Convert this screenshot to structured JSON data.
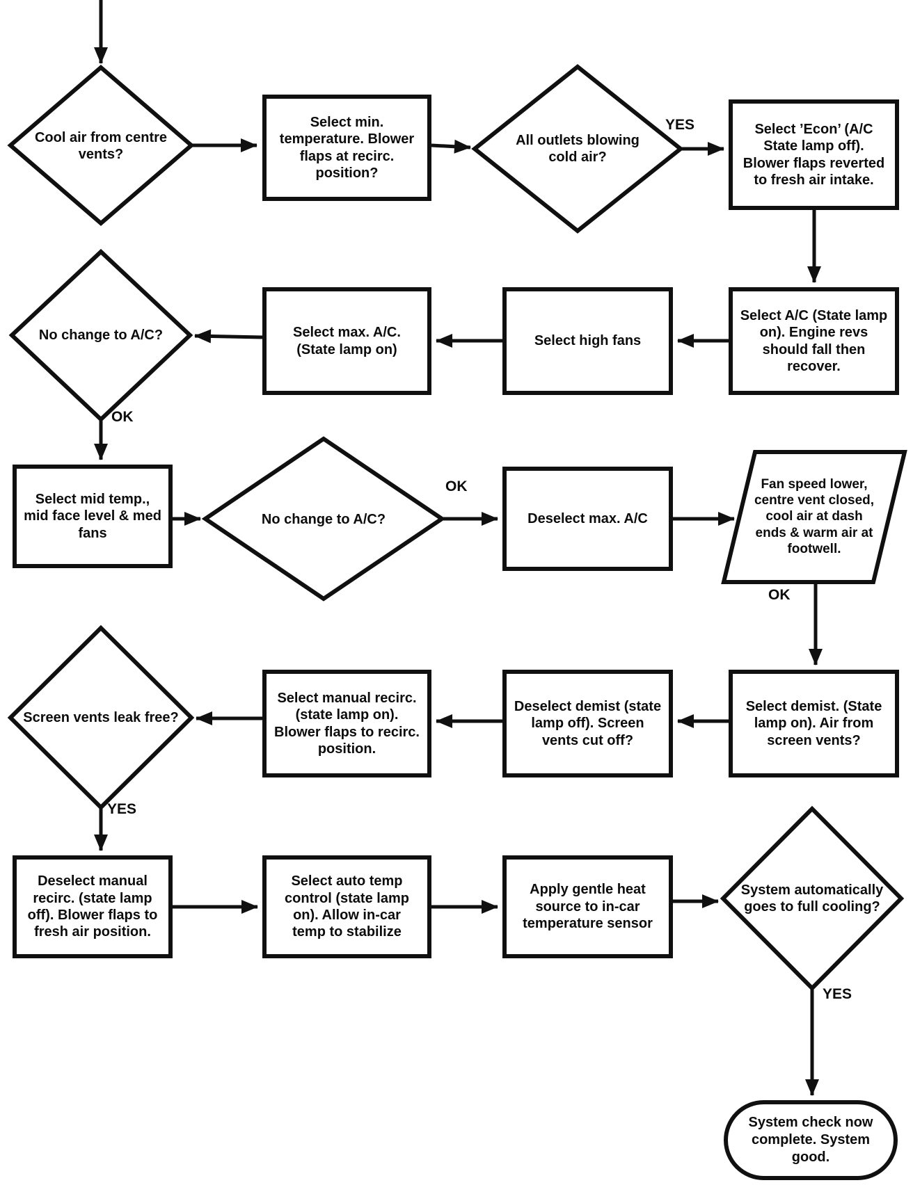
{
  "page": {
    "background_color": "#ffffff",
    "ink_color": "#101010",
    "description": "A/C system check flowchart"
  },
  "diagram": {
    "type": "flowchart",
    "nodes": {
      "a1": {
        "shape": "decision",
        "text": "Cool air from centre vents?"
      },
      "b1": {
        "shape": "process",
        "text": "Select min. temperature. Blower flaps at recirc. position?"
      },
      "c1": {
        "shape": "decision",
        "text": "All outlets blowing cold air?"
      },
      "d1": {
        "shape": "process",
        "text": "Select ’Econ’ (A/C State lamp off). Blower flaps reverted to fresh air intake."
      },
      "d2": {
        "shape": "process",
        "text": "Select A/C (State lamp on). Engine revs should fall then recover."
      },
      "c2": {
        "shape": "process",
        "text": "Select high fans"
      },
      "b2": {
        "shape": "process",
        "text": "Select max. A/C. (State lamp on)"
      },
      "a2": {
        "shape": "decision",
        "text": "No change to A/C?"
      },
      "a3": {
        "shape": "process",
        "text": "Select mid temp., mid face level & med fans"
      },
      "b3": {
        "shape": "decision",
        "text": "No change to A/C?"
      },
      "c3": {
        "shape": "process",
        "text": "Deselect max. A/C"
      },
      "d3": {
        "shape": "io",
        "text": "Fan speed lower, centre vent closed, cool air at dash ends & warm air at footwell."
      },
      "d4": {
        "shape": "process",
        "text": "Select demist. (State lamp on). Air from screen vents?"
      },
      "c4": {
        "shape": "process",
        "text": "Deselect demist (state lamp off). Screen vents cut off?"
      },
      "b4": {
        "shape": "process",
        "text": "Select manual recirc. (state lamp on). Blower flaps to recirc. position."
      },
      "a4": {
        "shape": "decision",
        "text": "Screen vents leak free?"
      },
      "a5": {
        "shape": "process",
        "text": "Deselect manual recirc. (state lamp off). Blower flaps to fresh air position."
      },
      "b5": {
        "shape": "process",
        "text": "Select auto temp control (state lamp on). Allow in-car temp to stabilize"
      },
      "c5": {
        "shape": "process",
        "text": "Apply gentle heat source to in-car temperature sensor"
      },
      "d5": {
        "shape": "decision",
        "text": "System automatically goes to full cooling?"
      },
      "end": {
        "shape": "terminator",
        "text": "System check now complete. System good."
      }
    },
    "edge_labels": {
      "yes_all_outlets": "YES",
      "ok_no_change_ac": "OK",
      "ok_no_change_ac_2": "OK",
      "ok_fan_speed": "OK",
      "yes_screen_vents": "YES",
      "yes_full_cooling": "YES"
    }
  }
}
